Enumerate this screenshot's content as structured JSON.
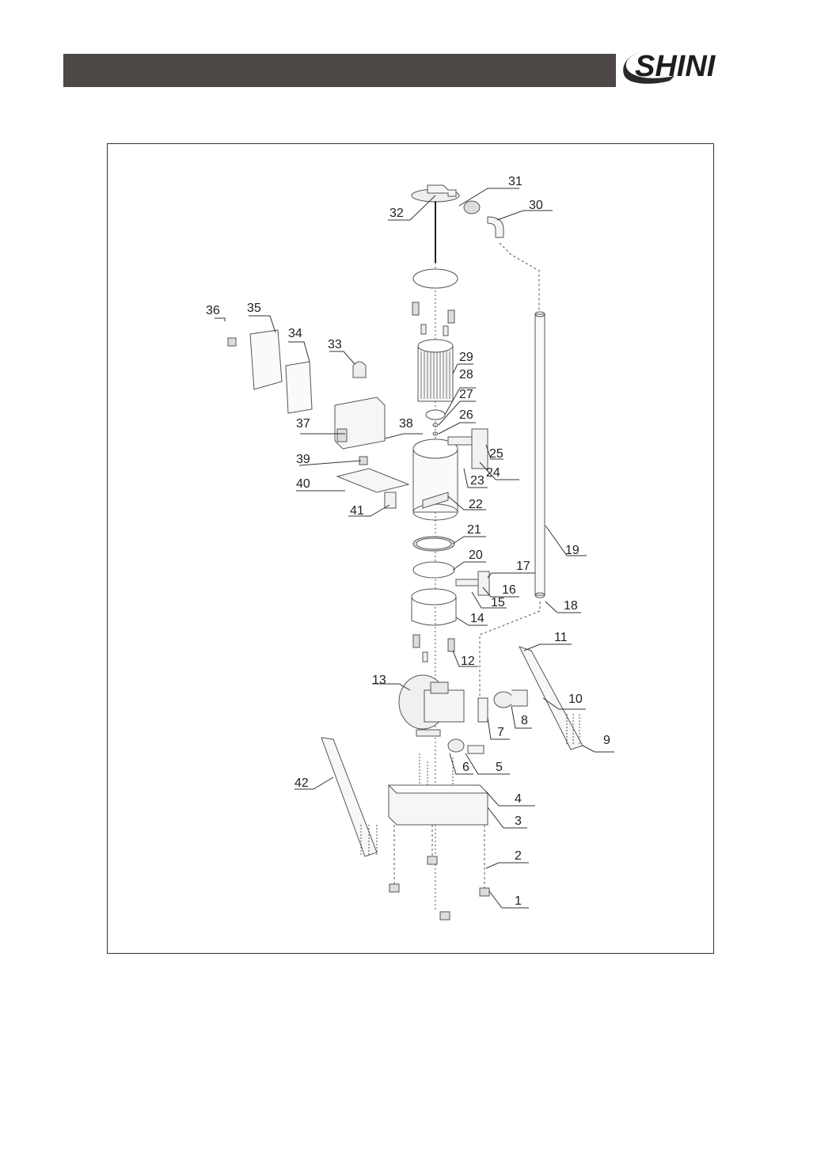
{
  "header": {
    "bar_color": "#4d4845",
    "logo_text": "SHINI"
  },
  "diagram": {
    "part_labels": [
      "1",
      "2",
      "3",
      "4",
      "5",
      "6",
      "7",
      "8",
      "9",
      "10",
      "11",
      "12",
      "13",
      "14",
      "15",
      "16",
      "17",
      "18",
      "19",
      "20",
      "21",
      "22",
      "23",
      "24",
      "25",
      "26",
      "27",
      "28",
      "29",
      "30",
      "31",
      "32",
      "33",
      "34",
      "35",
      "36",
      "37",
      "38",
      "39",
      "40",
      "41",
      "42"
    ]
  }
}
